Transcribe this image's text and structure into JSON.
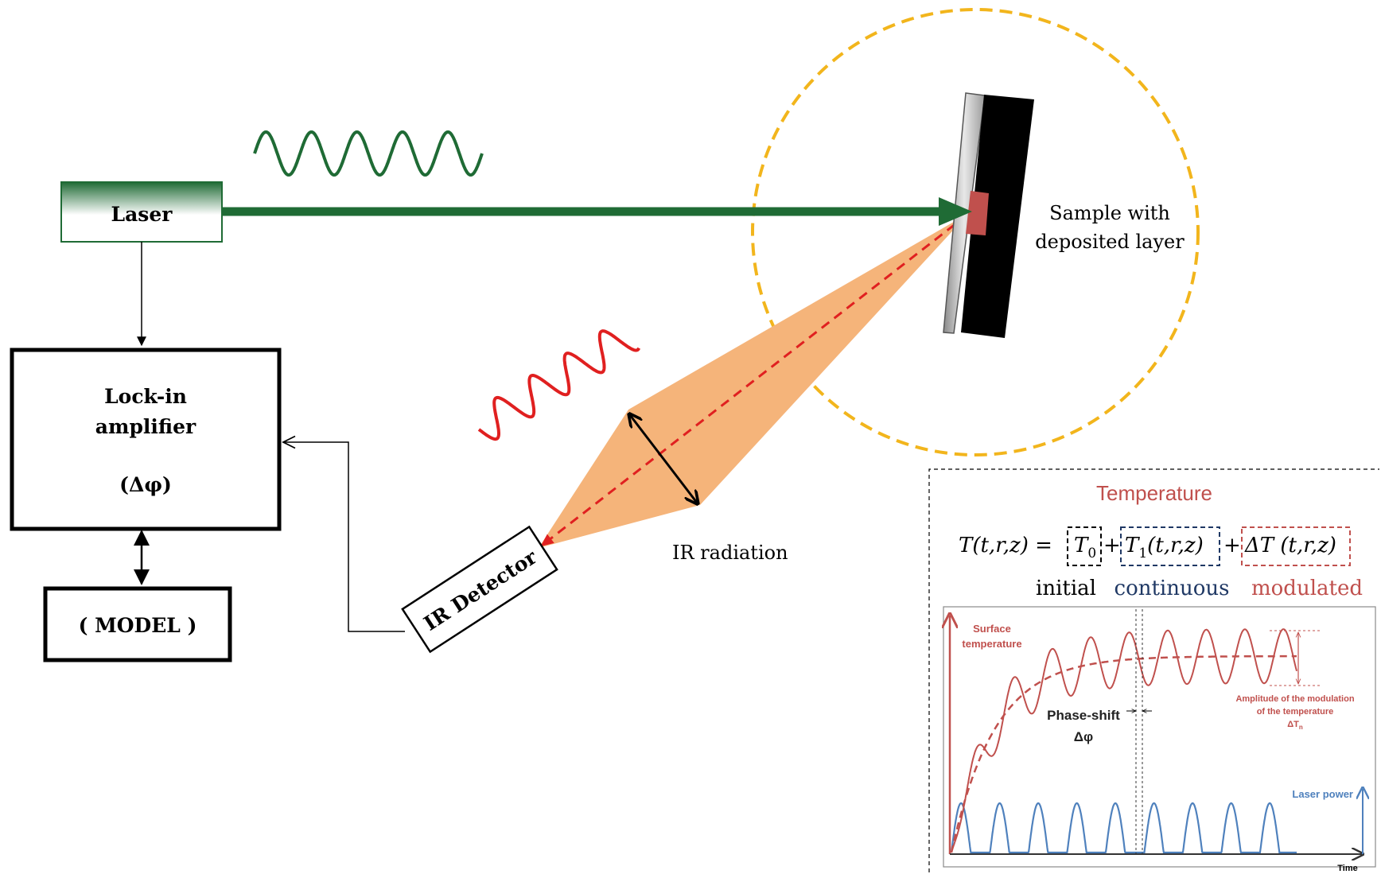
{
  "laser": {
    "label": "Laser"
  },
  "lockin": {
    "line1": "Lock-in",
    "line2": "amplifier",
    "line3": "(Δφ)"
  },
  "model": {
    "label": "( MODEL )"
  },
  "detector": {
    "label": "IR Detector"
  },
  "ir_radiation": {
    "label": "IR radiation"
  },
  "sample": {
    "line1": "Sample  with",
    "line2": "deposited layer"
  },
  "equation": {
    "title": "Temperature",
    "lhs": "T(t,r,z) =",
    "t0": "T",
    "t0_sub": "0",
    "plus1": "+",
    "t1": "T",
    "t1_sub": "1",
    "t1_args": "(t,r,z)",
    "plus2": "+",
    "dt": "ΔT (t,r,z)",
    "label_initial": "initial",
    "label_continuous": "continuous",
    "label_modulated": "modulated"
  },
  "plot": {
    "surface_temp_line1": "Surface",
    "surface_temp_line2": "temperature",
    "phase_shift_line1": "Phase-shift",
    "phase_shift_line2": "Δφ",
    "amp_line1": "Amplitude of the modulation",
    "amp_line2": "of the temperature",
    "amp_line3": "ΔT",
    "amp_line3_sub": "n",
    "laser_power": "Laser power",
    "time": "Time"
  },
  "colors": {
    "laser_green": "#1f6b35",
    "beam_red": "#e02020",
    "cone_orange": "#f5b47a",
    "yellow_dash": "#f2b51c",
    "temp_red": "#c0504d",
    "laser_blue": "#4f81bd",
    "navy": "#1f3864"
  }
}
